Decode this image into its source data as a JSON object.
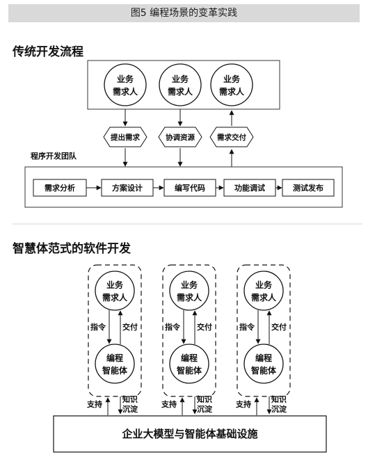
{
  "figure": {
    "title": "图5 编程场景的变革实践"
  },
  "traditional": {
    "title": "传统开发流程",
    "team_label": "程序开发团队",
    "roles": [
      {
        "line1": "业务",
        "line2": "需求人"
      },
      {
        "line1": "业务",
        "line2": "需求人"
      },
      {
        "line1": "业务",
        "line2": "需求人"
      }
    ],
    "handoffs": [
      "提出需求",
      "协调资源",
      "需求交付"
    ],
    "steps": [
      "需求分析",
      "方案设计",
      "编写代码",
      "功能调试",
      "测试发布"
    ]
  },
  "agentic": {
    "title": "智慧体范式的软件开发",
    "units": [
      {
        "top_line1": "业务",
        "top_line2": "需求人",
        "bottom_line1": "编程",
        "bottom_line2": "智能体",
        "down_label": "指令",
        "up_label": "交付"
      },
      {
        "top_line1": "业务",
        "top_line2": "需求人",
        "bottom_line1": "编程",
        "bottom_line2": "智能体",
        "down_label": "指令",
        "up_label": "交付"
      },
      {
        "top_line1": "业务",
        "top_line2": "需求人",
        "bottom_line1": "编程",
        "bottom_line2": "智能体",
        "down_label": "指令",
        "up_label": "交付"
      }
    ],
    "support_label": "支持",
    "knowledge_line1": "知识",
    "knowledge_line2": "沉淀",
    "infrastructure": "企业大模型与智能体基础设施"
  }
}
